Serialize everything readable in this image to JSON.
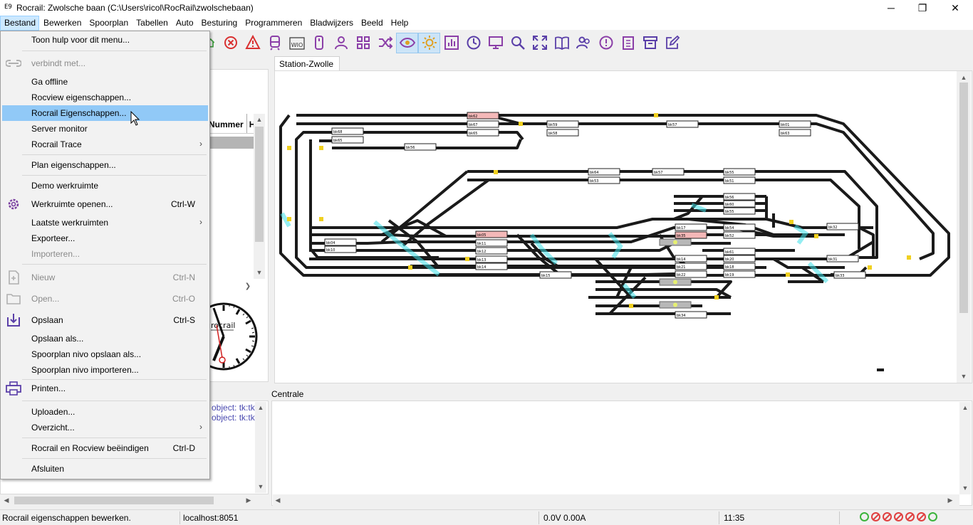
{
  "window": {
    "app_icon": "E9",
    "title": "Rocrail: Zwolsche baan (C:\\Users\\ricol\\RocRail\\zwolschebaan)",
    "minimize": "─",
    "maximize": "❐",
    "close": "✕"
  },
  "menubar": [
    "Bestand",
    "Bewerken",
    "Spoorplan",
    "Tabellen",
    "Auto",
    "Besturing",
    "Programmeren",
    "Bladwijzers",
    "Beeld",
    "Help"
  ],
  "dropdown": {
    "help": "Toon hulp voor dit menu...",
    "connect": "verbindt met...",
    "offline": "Ga offline",
    "rocview_props": "Rocview eigenschappen...",
    "rocrail_props": "Rocrail Eigenschappen...",
    "server_monitor": "Server monitor",
    "trace": "Rocrail Trace",
    "plan_props": "Plan eigenschappen...",
    "demo": "Demo werkruimte",
    "open_ws": "Werkruimte openen...",
    "open_ws_sc": "Ctrl-W",
    "recent_ws": "Laatste werkruimten",
    "export": "Exporteer...",
    "import": "Importeren...",
    "new": "Nieuw",
    "new_sc": "Ctrl-N",
    "open": "Open...",
    "open_sc": "Ctrl-O",
    "save": "Opslaan",
    "save_sc": "Ctrl-S",
    "save_as": "Opslaan als...",
    "save_level": "Spoorplan nivo opslaan als...",
    "import_level": "Spoorplan nivo importeren...",
    "print": "Printen...",
    "upload": "Uploaden...",
    "overview": "Overzicht...",
    "quit_all": "Rocrail en Rocview beëindigen",
    "quit_all_sc": "Ctrl-D",
    "exit": "Afsluiten",
    "submenu_arrow": "›"
  },
  "table": {
    "col_nummer": "Nummer",
    "col_h": "H"
  },
  "plan": {
    "tab": "Station-Zwolle"
  },
  "clock": {
    "brand": "rocrail"
  },
  "centrale": {
    "label": "Centrale"
  },
  "messages": [
    "object: tk:tk",
    "object: tk:tk"
  ],
  "status": {
    "hint": "Rocrail eigenschappen bewerken.",
    "host": "localhost:8051",
    "power": "0.0V 0.00A",
    "time": "11:35"
  },
  "blocks": [
    "bk62",
    "bk67",
    "bk65",
    "bk59",
    "bk58",
    "bk57",
    "bk01",
    "bk63",
    "bk56",
    "bk68",
    "bk65",
    "bk64",
    "bk57",
    "bk55",
    "bk53",
    "bk51",
    "bk56",
    "bk60",
    "bk55",
    "bk54",
    "bk52",
    "bk61",
    "bk05",
    "bk04",
    "bk10",
    "bk11",
    "bk12",
    "bk13",
    "bk14",
    "bk15",
    "bk14",
    "bk21",
    "bk22",
    "bk20",
    "bk18",
    "bk19",
    "bk17",
    "bk35",
    "bk32",
    "bk31",
    "bk33",
    "bk34"
  ],
  "colors": {
    "accent": "#91c9f7",
    "track": "#1a1a1a",
    "occupied": "#f4b8b8"
  }
}
